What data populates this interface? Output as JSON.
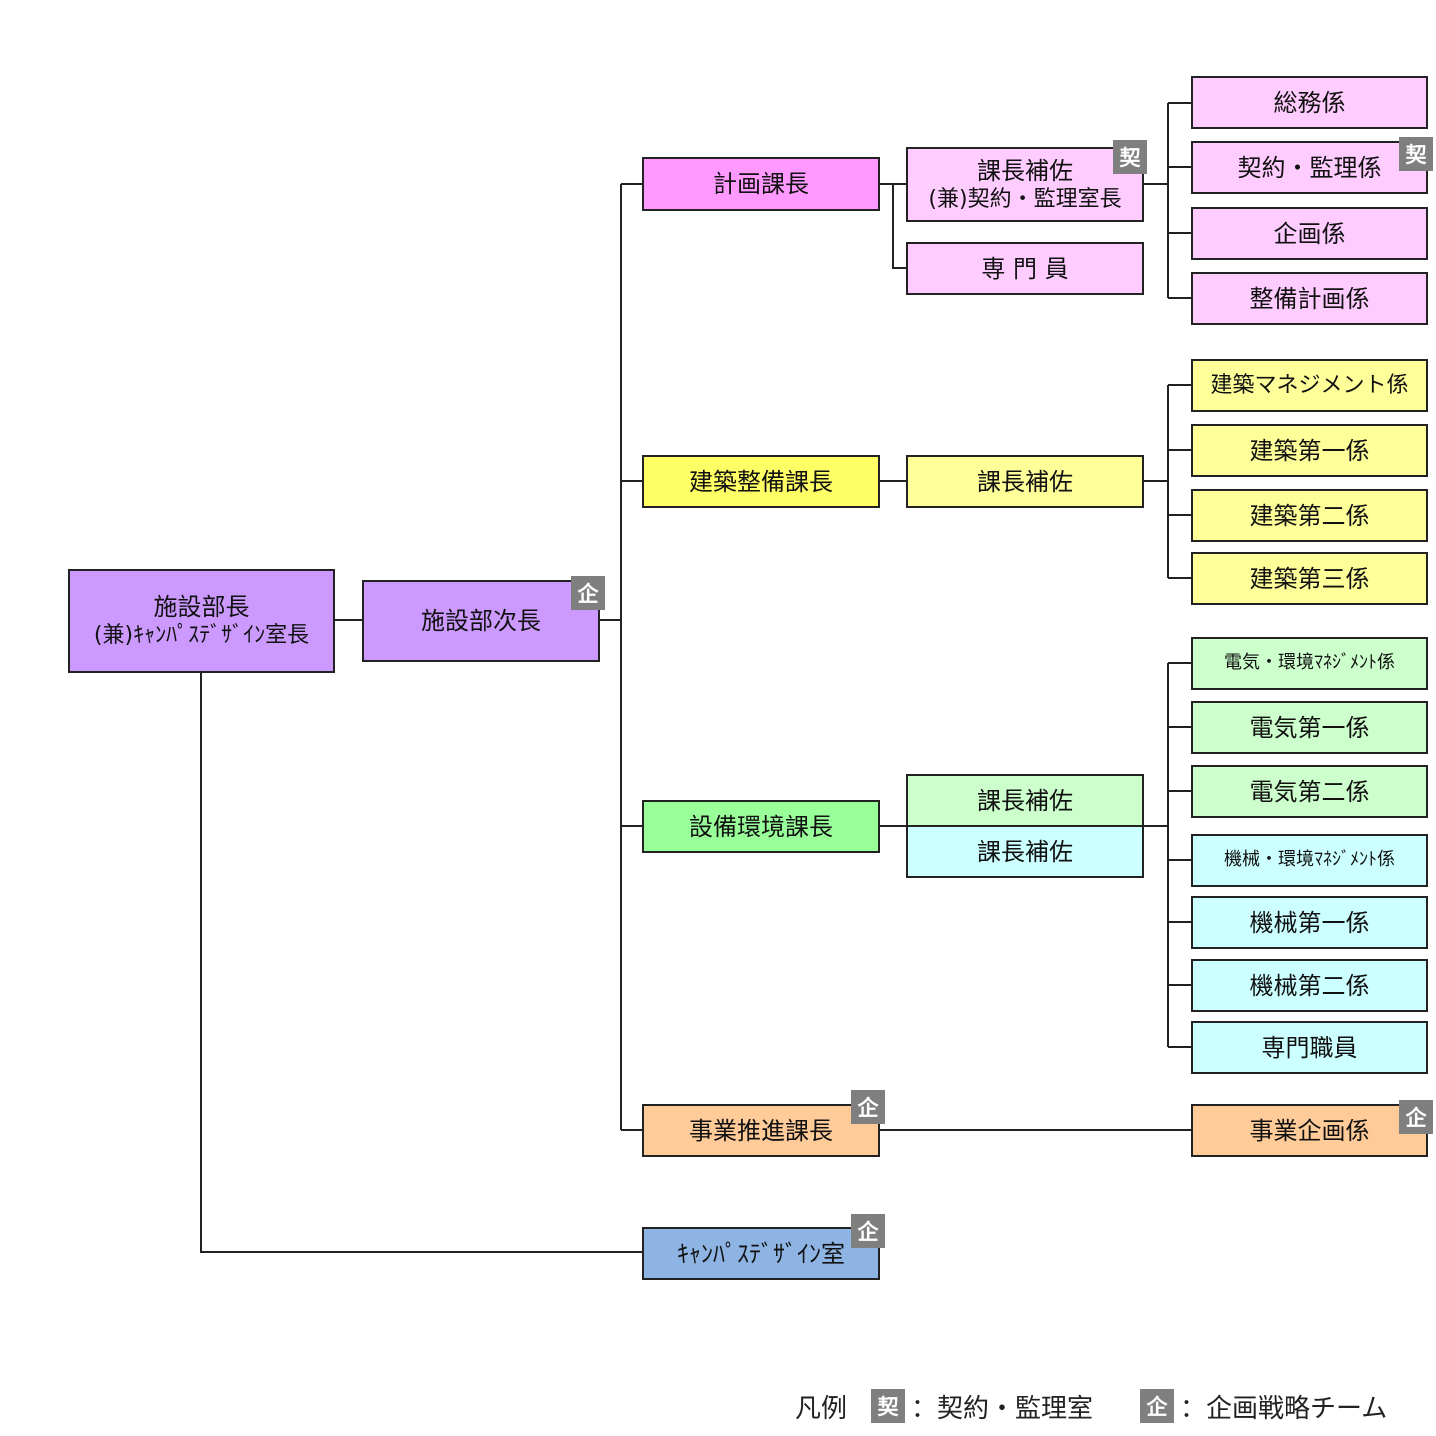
{
  "colors": {
    "director": "#cc99ff",
    "planning_head": "#ff99ff",
    "planning": "#ffccff",
    "building_head": "#ffff66",
    "building": "#ffff99",
    "facility_head": "#99ff99",
    "facility_green": "#ccffcc",
    "facility_cyan": "#ccffff",
    "business": "#ffcc99",
    "campus_design": "#8eb4e3",
    "badge": "#7f7f7f"
  },
  "director": {
    "title": "施設部長",
    "subtitle": "(兼)ｷｬﾝﾊﾟｽﾃﾞｻﾞｲﾝ室長"
  },
  "deputy": {
    "title": "施設部次長",
    "badge": "企"
  },
  "planning": {
    "head": "計画課長",
    "assistant": {
      "title": "課長補佐",
      "subtitle": "(兼)契約・監理室長",
      "badge": "契"
    },
    "specialist": "専 門 員",
    "units": [
      "総務係",
      "契約・監理係",
      "企画係",
      "整備計画係"
    ],
    "unit_badge": "契"
  },
  "building": {
    "head": "建築整備課長",
    "assistant": "課長補佐",
    "units": [
      "建築マネジメント係",
      "建築第一係",
      "建築第二係",
      "建築第三係"
    ]
  },
  "facility": {
    "head": "設備環境課長",
    "assistant_electric": "課長補佐",
    "assistant_mechanical": "課長補佐",
    "units_electric": [
      "電気・環境ﾏﾈｼﾞﾒﾝﾄ係",
      "電気第一係",
      "電気第二係"
    ],
    "units_mechanical": [
      "機械・環境ﾏﾈｼﾞﾒﾝﾄ係",
      "機械第一係",
      "機械第二係",
      "専門職員"
    ]
  },
  "business": {
    "head": "事業推進課長",
    "head_badge": "企",
    "unit": "事業企画係",
    "unit_badge": "企"
  },
  "campus_design": {
    "title": "ｷｬﾝﾊﾟｽﾃﾞｻﾞｲﾝ室",
    "badge": "企"
  },
  "legend": {
    "label": "凡例",
    "items": [
      {
        "badge": "契",
        "text": "：契約・監理室"
      },
      {
        "badge": "企",
        "text": "：企画戦略チーム"
      }
    ]
  }
}
